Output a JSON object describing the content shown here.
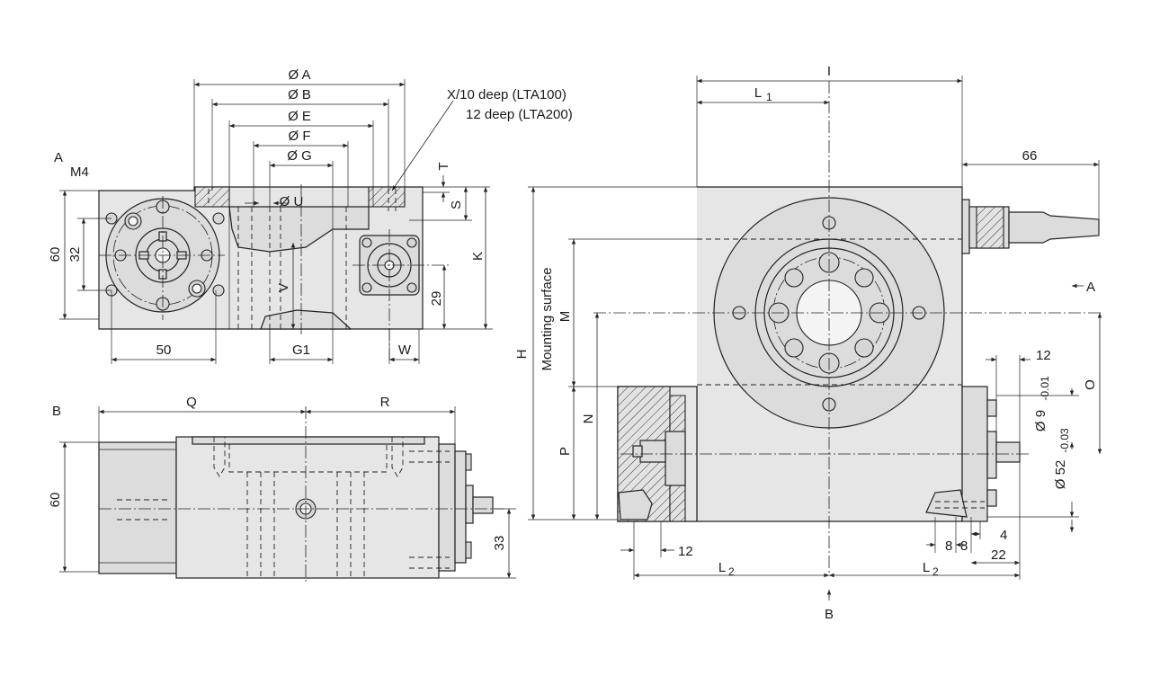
{
  "labels": {
    "dia_A": "Ø A",
    "dia_B": "Ø B",
    "dia_E": "Ø E",
    "dia_F": "Ø F",
    "dia_G": "Ø G",
    "dia_U": "Ø U",
    "note_line1": "X/10 deep (LTA100)",
    "note_line2": "12 deep (LTA200)",
    "view_A_left": "A",
    "thread_M4": "M4",
    "dim_60_front": "60",
    "dim_32": "32",
    "dim_50": "50",
    "dim_V": "V",
    "dim_G1": "G1",
    "dim_W": "W",
    "dim_T": "T",
    "dim_S": "S",
    "dim_K": "K",
    "dim_29": "29",
    "view_B_left": "B",
    "dim_Q": "Q",
    "dim_R": "R",
    "dim_60_side": "60",
    "dim_33": "33",
    "dim_I": "I",
    "dim_L1": "L",
    "dim_L1_sub": "1",
    "dim_66": "66",
    "view_arrow_A": "A",
    "mounting_surface": "Mounting surface",
    "dim_H": "H",
    "dim_M": "M",
    "dim_N": "N",
    "dim_P": "P",
    "dim_O": "O",
    "dim_12_top": "12",
    "dim_dia9": "Ø 9",
    "dim_dia9_tol": "-0.01",
    "dim_dia52": "Ø 52",
    "dim_dia52_tol": "-0.03",
    "dim_4": "4",
    "dim_8a": "8",
    "dim_8b": "8",
    "dim_22": "22",
    "dim_12_bottom": "12",
    "dim_L2_left": "L",
    "dim_L2_left_sub": "2",
    "dim_L2_right": "L",
    "dim_L2_right_sub": "2",
    "view_arrow_B": "B"
  }
}
